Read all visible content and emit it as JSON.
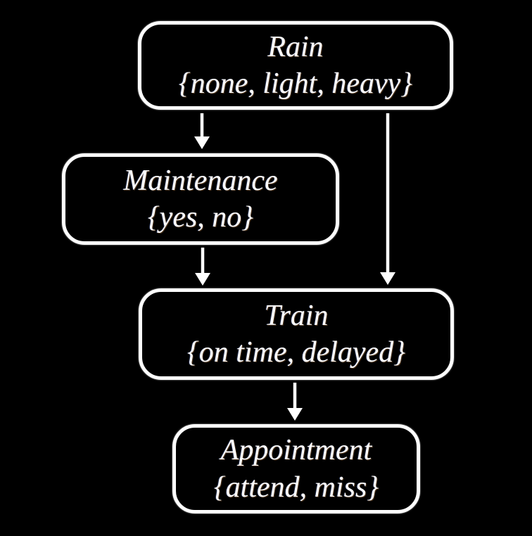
{
  "diagram": {
    "type": "bayesian-network",
    "background_color": "#000000",
    "node_border_color": "#ffffff",
    "text_color": "#ffffff",
    "nodes": [
      {
        "id": "rain",
        "label": "Rain",
        "domain": "{none, light, heavy}"
      },
      {
        "id": "maintenance",
        "label": "Maintenance",
        "domain": "{yes, no}"
      },
      {
        "id": "train",
        "label": "Train",
        "domain": "{on time, delayed}"
      },
      {
        "id": "appointment",
        "label": "Appointment",
        "domain": "{attend, miss}"
      }
    ],
    "edges": [
      {
        "from": "rain",
        "to": "maintenance"
      },
      {
        "from": "rain",
        "to": "train"
      },
      {
        "from": "maintenance",
        "to": "train"
      },
      {
        "from": "train",
        "to": "appointment"
      }
    ]
  }
}
